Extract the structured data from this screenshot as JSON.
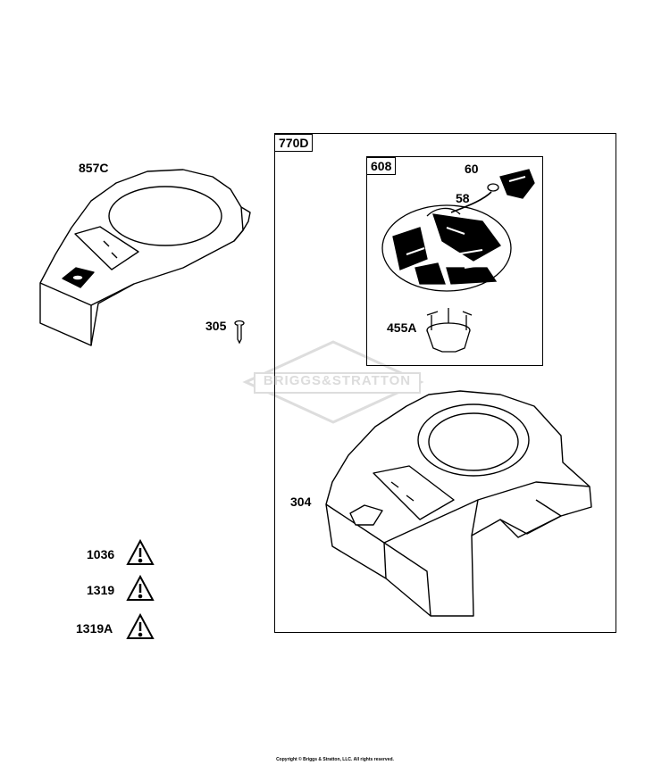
{
  "callouts": {
    "p857c": "857C",
    "p305": "305",
    "p770d": "770D",
    "p608": "608",
    "p60": "60",
    "p58": "58",
    "p455a": "455A",
    "p304": "304",
    "p1036": "1036",
    "p1319": "1319",
    "p1319a": "1319A"
  },
  "watermark": "BRIGGS&STRATTON",
  "copyright": "Copyright © Briggs & Stratton, LLC. All rights reserved."
}
